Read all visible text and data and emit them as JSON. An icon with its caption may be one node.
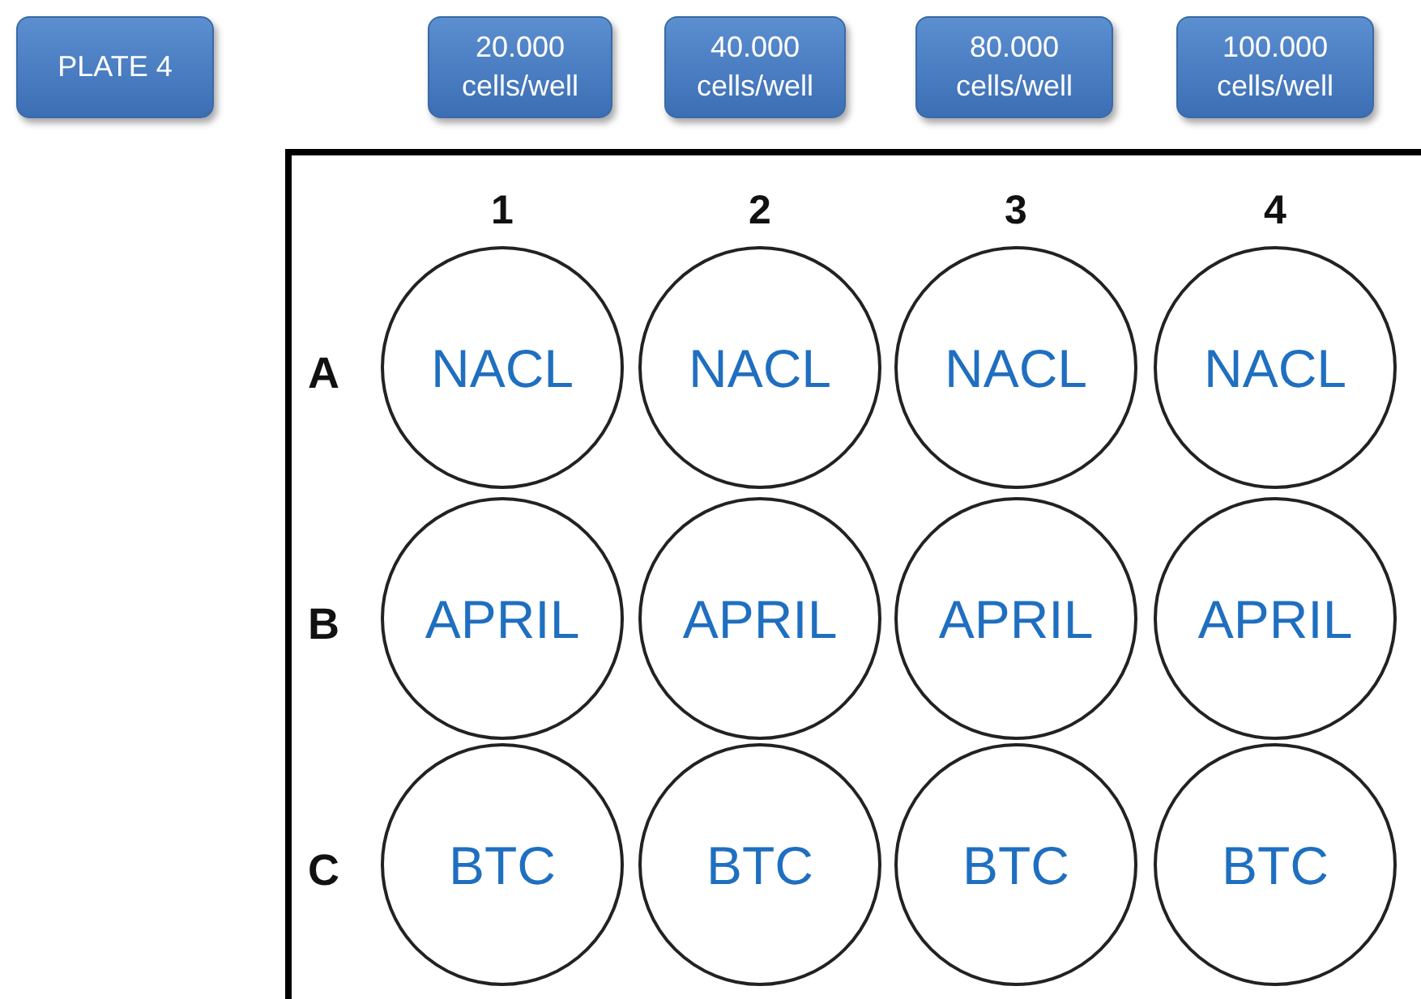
{
  "diagram": {
    "nodes": [
      {
        "text": [
          "PLATE 4"
        ]
      },
      {
        "text": [
          "20.000 cells/well"
        ]
      },
      {
        "text": [
          "40.000 cells/well"
        ]
      },
      {
        "text": [
          "80.000 cells/well"
        ]
      },
      {
        "text": [
          "100.000 cells/well"
        ]
      },
      {
        "text": [],
        "shape": "box"
      },
      {
        "text": [
          "NACL"
        ],
        "in": 5
      },
      {
        "text": [
          "NACL"
        ],
        "in": 5
      },
      {
        "text": [
          "NACL"
        ],
        "in": 5
      },
      {
        "text": [
          "NACL"
        ],
        "in": 5
      },
      {
        "text": [
          "APRIL"
        ],
        "in": 5
      },
      {
        "text": [
          "APRIL"
        ],
        "in": 5
      },
      {
        "text": [
          "APRIL"
        ],
        "in": 5
      },
      {
        "text": [
          "APRIL"
        ],
        "in": 5
      },
      {
        "text": [
          "BTC"
        ],
        "in": 5
      },
      {
        "text": [
          "BTC"
        ],
        "in": 5
      },
      {
        "text": [
          "BTC"
        ],
        "in": 5
      },
      {
        "text": [
          "BTC"
        ],
        "in": 5
      }
    ],
    "labels": [
      "1",
      "2",
      "3",
      "4",
      "A",
      "B",
      "C"
    ]
  }
}
